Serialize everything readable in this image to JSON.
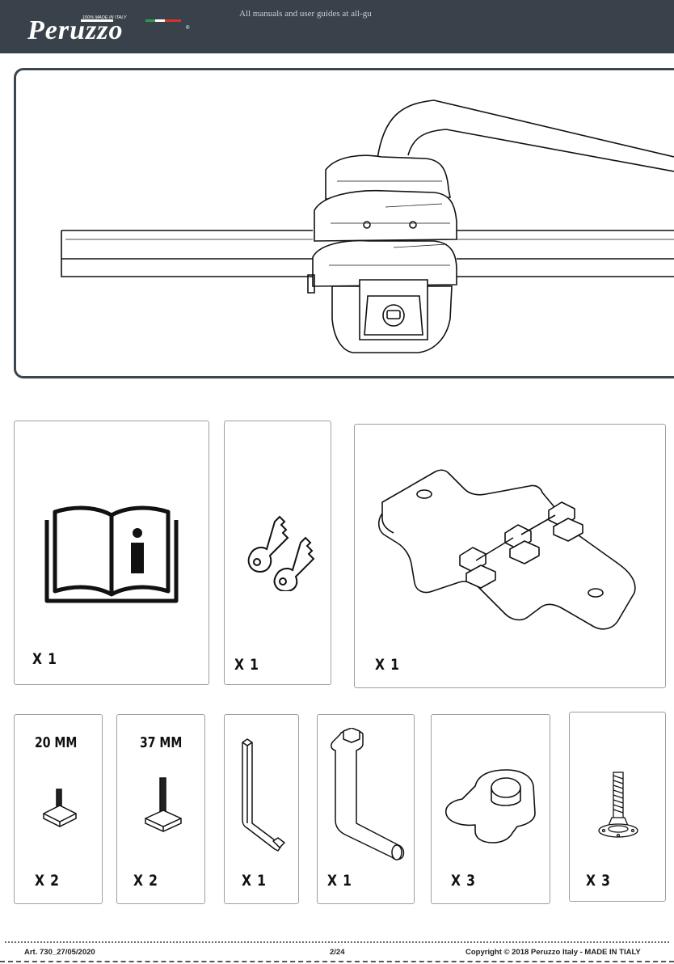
{
  "header": {
    "brand": "Peruzzo",
    "tagline": "100% MADE IN ITALY",
    "watermark": "All manuals and user guides at all-gu",
    "colors": {
      "background": "#39424a",
      "flag_green": "#2e9c4a",
      "flag_white": "#ffffff",
      "flag_red": "#d8322b"
    }
  },
  "main_illustration": {
    "icon": "bike-carrier-mount-on-roof-bar"
  },
  "parts": [
    {
      "icon": "instruction-manual-icon",
      "quantity": "X 1"
    },
    {
      "icon": "keys-icon",
      "quantity": "X 1"
    },
    {
      "icon": "adapter-plate-icon",
      "quantity": "X 1"
    },
    {
      "icon": "t-bolt-short-icon",
      "size": "20 MM",
      "quantity": "X 2"
    },
    {
      "icon": "t-bolt-long-icon",
      "size": "37 MM",
      "quantity": "X 2"
    },
    {
      "icon": "allen-key-icon",
      "quantity": "X 1"
    },
    {
      "icon": "socket-wrench-icon",
      "quantity": "X 1"
    },
    {
      "icon": "knob-icon",
      "quantity": "X 3"
    },
    {
      "icon": "bolt-icon",
      "quantity": "X 3"
    }
  ],
  "footer": {
    "article": "Art. 730_27/05/2020",
    "page": "2/24",
    "copyright": "Copyright © 2018 Peruzzo Italy - MADE IN TIALY"
  }
}
